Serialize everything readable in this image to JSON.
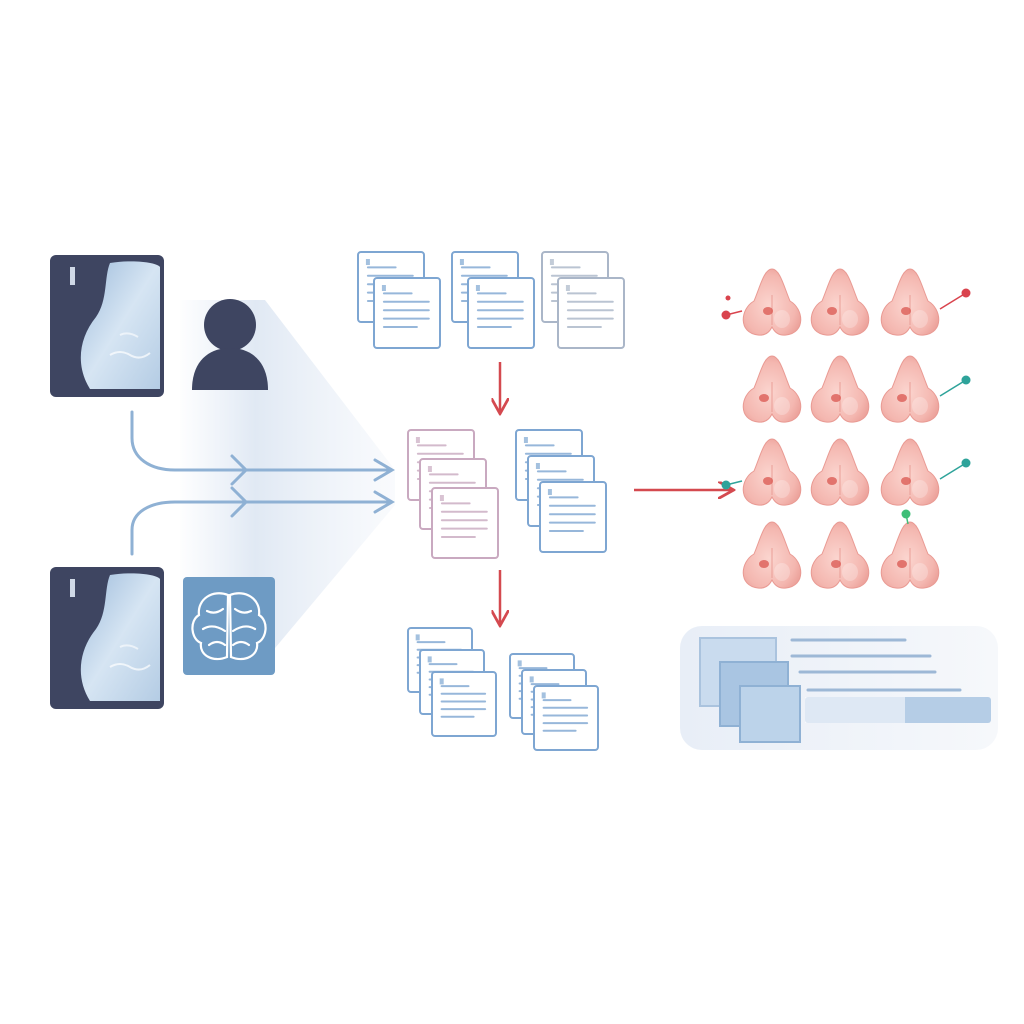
{
  "colors": {
    "background": "#ffffff",
    "film_dark": "#3e4561",
    "film_light": "#cfe0f1",
    "person": "#3e4561",
    "brain_tile": "#6e9bc4",
    "flow_arrow": "#8fb1d4",
    "red_arrow": "#d4494f",
    "doc_blue": "#7ea6d2",
    "doc_pink": "#c9a9c0",
    "doc_gray": "#aab6c8",
    "nodule": "#f4b9b3",
    "nodule_shade": "#e99a93",
    "lesion": "#d9564f",
    "marker_red": "#d9434d",
    "marker_teal": "#2ea39a",
    "marker_green": "#3fbf78",
    "report_panel": "#eef2f8",
    "report_card": "#b5cde6"
  },
  "icons": {
    "input_image_top": "mammogram-icon",
    "input_image_bottom": "mammogram-icon",
    "patient": "person-icon",
    "model": "brain-icon",
    "document_stacks": "document-icon",
    "findings": "breast-nodule-icon",
    "output": "report-panel-icon"
  },
  "structure": {
    "top_document_stacks": 3,
    "middle_document_stacks": 2,
    "bottom_document_stacks": 2,
    "nodule_rows": 4,
    "nodule_columns": 3,
    "highlighted_markers": [
      {
        "row": 0,
        "column": 0,
        "side": "left",
        "color": "marker_red"
      },
      {
        "row": 0,
        "column": 2,
        "side": "right",
        "color": "marker_red"
      },
      {
        "row": 1,
        "column": 2,
        "side": "right",
        "color": "marker_teal"
      },
      {
        "row": 2,
        "column": 0,
        "side": "left",
        "color": "marker_teal"
      },
      {
        "row": 2,
        "column": 2,
        "side": "right",
        "color": "marker_teal"
      },
      {
        "row": 3,
        "column": 2,
        "side": "top",
        "color": "marker_green"
      }
    ]
  }
}
